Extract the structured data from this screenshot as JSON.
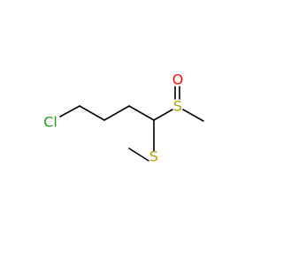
{
  "molecule": {
    "atoms": {
      "chlorine": {
        "symbol": "Cl",
        "color": "#1fa01f"
      },
      "sulfoxide_sulfur": {
        "symbol": "S",
        "color": "#b2a100"
      },
      "oxygen": {
        "symbol": "O",
        "color": "#ff0d0d"
      },
      "thioether_sulfur": {
        "symbol": "S",
        "color": "#b2a100"
      }
    },
    "bond_color": "#000000"
  }
}
